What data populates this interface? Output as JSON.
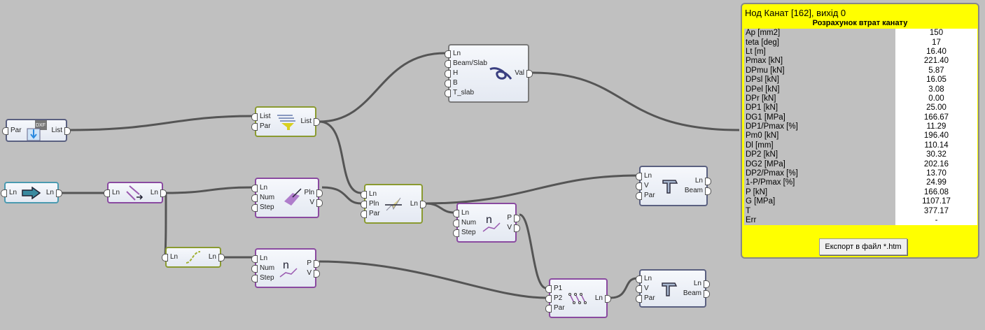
{
  "nodes": {
    "dxf": {
      "inputs": [
        "Par"
      ],
      "outputs": [
        "List"
      ]
    },
    "filter": {
      "inputs": [
        "List",
        "Par"
      ],
      "outputs": [
        "List"
      ]
    },
    "knot": {
      "inputs": [
        "Ln",
        "Beam/Slab",
        "H",
        "B",
        "T_slab"
      ],
      "outputs": [
        "Val"
      ]
    },
    "line_param": {
      "inputs": [
        "Ln"
      ],
      "outputs": [
        "Ln"
      ]
    },
    "offset": {
      "inputs": [
        "Ln"
      ],
      "outputs": [
        "Ln"
      ]
    },
    "plane": {
      "inputs": [
        "Ln",
        "Num",
        "Step"
      ],
      "outputs": [
        "Pln",
        "V"
      ]
    },
    "intersect": {
      "inputs": [
        "Ln",
        "Pln",
        "Par"
      ],
      "outputs": [
        "Ln"
      ]
    },
    "beam1": {
      "inputs": [
        "Ln",
        "V",
        "Par"
      ],
      "outputs": [
        "Ln",
        "Beam"
      ]
    },
    "divide1": {
      "inputs": [
        "Ln",
        "Num",
        "Step"
      ],
      "outputs": [
        "P",
        "V"
      ]
    },
    "curve": {
      "inputs": [
        "Ln"
      ],
      "outputs": [
        "Ln"
      ]
    },
    "divide2": {
      "inputs": [
        "Ln",
        "Num",
        "Step"
      ],
      "outputs": [
        "P",
        "V"
      ]
    },
    "points": {
      "inputs": [
        "P1",
        "P2",
        "Par"
      ],
      "outputs": [
        "Ln"
      ]
    },
    "beam2": {
      "inputs": [
        "Ln",
        "V",
        "Par"
      ],
      "outputs": [
        "Ln",
        "Beam"
      ]
    }
  },
  "panel": {
    "title": "Нод Канат [162], вихід 0",
    "subtitle": "Розрахунок втрат канату",
    "rows": [
      [
        "Ap [mm2]",
        "150"
      ],
      [
        "teta [deg]",
        "17"
      ],
      [
        "Lt [m]",
        "16.40"
      ],
      [
        "Pmax [kN]",
        "221.40"
      ],
      [
        "DPmu [kN]",
        "5.87"
      ],
      [
        "DPsl [kN]",
        "16.05"
      ],
      [
        "DPel [kN]",
        "3.08"
      ],
      [
        "DPr [kN]",
        "0.00"
      ],
      [
        "DP1 [kN]",
        "25.00"
      ],
      [
        "DG1 [MPa]",
        "166.67"
      ],
      [
        "DP1/Pmax [%]",
        "11.29"
      ],
      [
        "Pm0 [kN]",
        "196.40"
      ],
      [
        "Dl [mm]",
        "110.14"
      ],
      [
        "DP2 [kN]",
        "30.32"
      ],
      [
        "DG2 [MPa]",
        "202.16"
      ],
      [
        "DP2/Pmax [%]",
        "13.70"
      ],
      [
        "1-P/Pmax [%]",
        "24.99"
      ],
      [
        "P [kN]",
        "166.08"
      ],
      [
        "G [MPa]",
        "1107.17"
      ],
      [
        "T",
        "377.17"
      ],
      [
        "Err",
        "-"
      ]
    ],
    "export_label": "Експорт в файл *.htm"
  }
}
